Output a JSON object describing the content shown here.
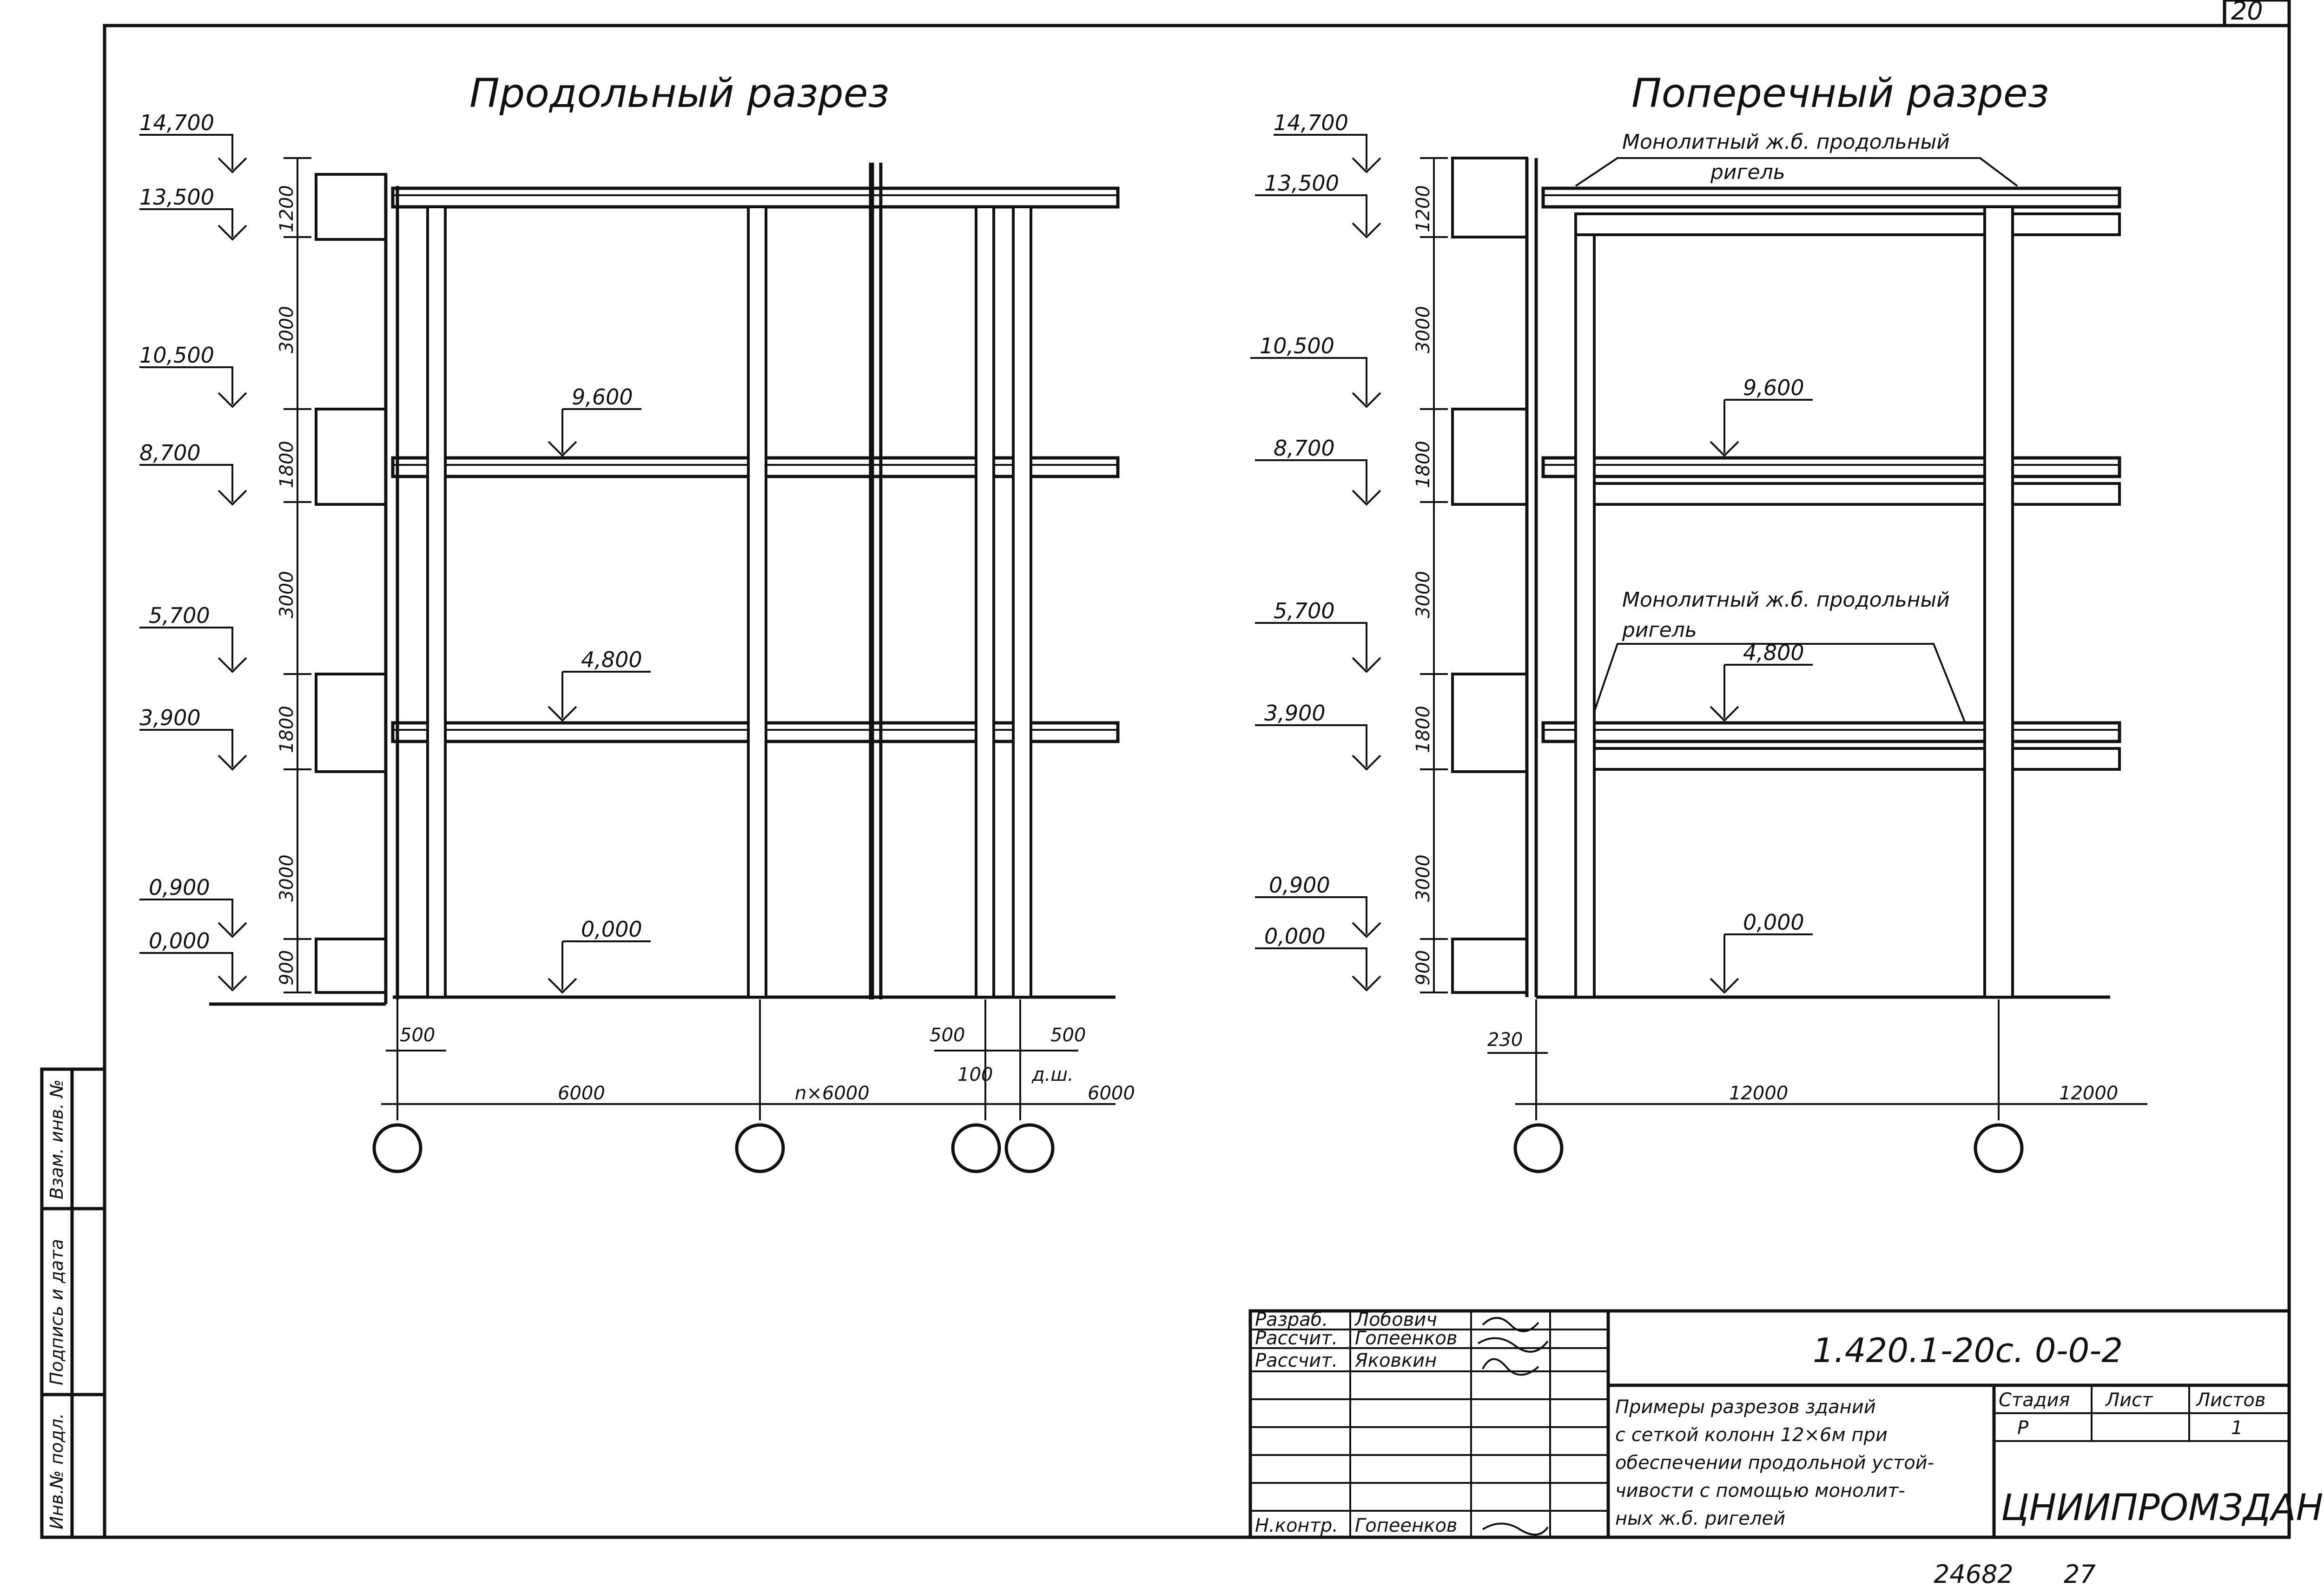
{
  "sheet_corner": "20",
  "left_section": {
    "title": "Продольный разрез",
    "elevations": [
      "14,700",
      "13,500",
      "10,500",
      "8,700",
      "5,700",
      "3,900",
      "0,900",
      "0,000"
    ],
    "story_dims": [
      "1200",
      "3000",
      "1800",
      "3000",
      "1800",
      "3000",
      "900"
    ],
    "floor_marks": [
      "9,600",
      "4,800",
      "0,000"
    ],
    "dims_small": [
      "500",
      "500",
      "500",
      "100",
      "д.ш."
    ],
    "dims_main": [
      "6000",
      "n×6000",
      "6000"
    ]
  },
  "right_section": {
    "title": "Поперечный разрез",
    "note1_line1": "Монолитный ж.б. продольный",
    "note1_line2": "ригель",
    "note2_line1": "Монолитный ж.б. продольный",
    "note2_line2": "ригель",
    "elevations": [
      "14,700",
      "13,500",
      "10,500",
      "8,700",
      "5,700",
      "3,900",
      "0,900",
      "0,000"
    ],
    "story_dims": [
      "1200",
      "3000",
      "1800",
      "3000",
      "1800",
      "3000",
      "900"
    ],
    "floor_marks": [
      "9,600",
      "4,800",
      "0,000"
    ],
    "dim_small": "230",
    "dims_main": [
      "12000",
      "12000"
    ]
  },
  "side_stamp": [
    "Инв.№ подл.",
    "Подпись и дата",
    "Взам. инв. №"
  ],
  "title_block": {
    "rows": [
      {
        "role": "Разраб.",
        "name": "Лобович"
      },
      {
        "role": "Рассчит.",
        "name": "Гопеенков"
      },
      {
        "role": "Рассчит.",
        "name": "Яковкин"
      },
      {
        "role": "",
        "name": ""
      },
      {
        "role": "",
        "name": ""
      },
      {
        "role": "Н.контр.",
        "name": "Гопеенков"
      }
    ],
    "code": "1.420.1-20с. 0-0-2",
    "description": [
      "Примеры разрезов зданий",
      "с сеткой колонн 12×6м при",
      "обеспечении продольной устой-",
      "чивости с помощью монолит-",
      "ных ж.б. ригелей"
    ],
    "stage_label": "Стадия",
    "sheet_label": "Лист",
    "sheets_label": "Листов",
    "stage_value": "Р",
    "sheet_value": "",
    "sheets_value": "1",
    "organization": "ЦНИИПРОМЗДАНИЙ"
  },
  "footer_numbers": [
    "24682",
    "27"
  ]
}
